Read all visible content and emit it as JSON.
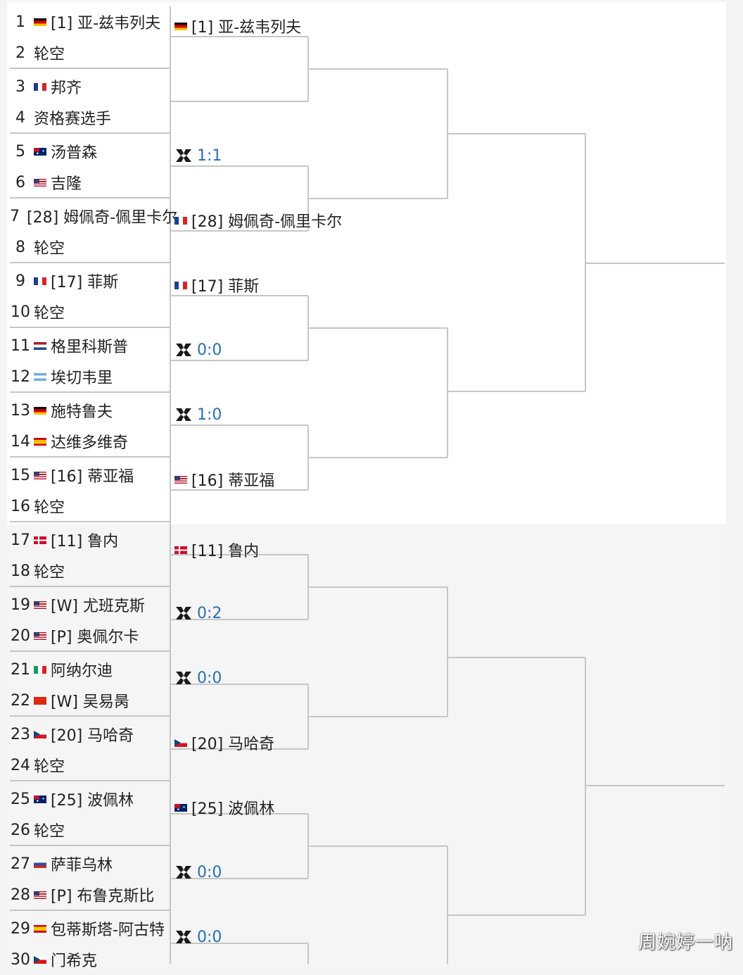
{
  "bracket": {
    "entries": [
      {
        "num": "1",
        "flag": "de-flag",
        "name": "[1] 亚-兹韦列夫"
      },
      {
        "num": "2",
        "flag": "",
        "name": "轮空"
      },
      {
        "num": "3",
        "flag": "fr-flag",
        "name": "邦齐"
      },
      {
        "num": "4",
        "flag": "",
        "name": "资格赛选手"
      },
      {
        "num": "5",
        "flag": "au-flag",
        "name": "汤普森"
      },
      {
        "num": "6",
        "flag": "us-flag",
        "name": "吉隆"
      },
      {
        "num": "7",
        "flag": "fr-flag",
        "name": "[28] 姆佩奇-佩里卡尔"
      },
      {
        "num": "8",
        "flag": "",
        "name": "轮空"
      },
      {
        "num": "9",
        "flag": "fr-flag",
        "name": "[17] 菲斯"
      },
      {
        "num": "10",
        "flag": "",
        "name": "轮空"
      },
      {
        "num": "11",
        "flag": "nl-flag",
        "name": "格里科斯普"
      },
      {
        "num": "12",
        "flag": "ar-flag",
        "name": "埃切韦里"
      },
      {
        "num": "13",
        "flag": "de-flag",
        "name": "施特鲁夫"
      },
      {
        "num": "14",
        "flag": "es-flag",
        "name": "达维多维奇"
      },
      {
        "num": "15",
        "flag": "us-flag",
        "name": "[16] 蒂亚福"
      },
      {
        "num": "16",
        "flag": "",
        "name": "轮空"
      },
      {
        "num": "17",
        "flag": "dk-flag",
        "name": "[11] 鲁内"
      },
      {
        "num": "18",
        "flag": "",
        "name": "轮空"
      },
      {
        "num": "19",
        "flag": "us-flag",
        "name": "[W] 尤班克斯"
      },
      {
        "num": "20",
        "flag": "us-flag",
        "name": "[P] 奥佩尔卡"
      },
      {
        "num": "21",
        "flag": "it-flag",
        "name": "阿纳尔迪"
      },
      {
        "num": "22",
        "flag": "cn-flag",
        "name": "[W] 吴易昺"
      },
      {
        "num": "23",
        "flag": "cz-flag",
        "name": "[20] 马哈奇"
      },
      {
        "num": "24",
        "flag": "",
        "name": "轮空"
      },
      {
        "num": "25",
        "flag": "au-flag",
        "name": "[25] 波佩林"
      },
      {
        "num": "26",
        "flag": "",
        "name": "轮空"
      },
      {
        "num": "27",
        "flag": "ru-flag",
        "name": "萨菲乌林"
      },
      {
        "num": "28",
        "flag": "us-flag",
        "name": "[P] 布鲁克斯比"
      },
      {
        "num": "29",
        "flag": "es-flag",
        "name": "包蒂斯塔-阿古特"
      },
      {
        "num": "30",
        "flag": "cz-flag",
        "name": "门希克"
      }
    ],
    "round2": [
      {
        "type": "player",
        "flag": "de-flag",
        "name": "[1] 亚-兹韦列夫"
      },
      {
        "type": "h2h",
        "icon": "head-to-head-icon",
        "score": "1:1"
      },
      {
        "type": "player",
        "flag": "fr-flag",
        "name": "[28] 姆佩奇-佩里卡尔"
      },
      {
        "type": "player",
        "flag": "fr-flag",
        "name": "[17] 菲斯"
      },
      {
        "type": "h2h",
        "icon": "head-to-head-icon",
        "score": "0:0"
      },
      {
        "type": "h2h",
        "icon": "head-to-head-icon",
        "score": "1:0"
      },
      {
        "type": "player",
        "flag": "us-flag",
        "name": "[16] 蒂亚福"
      },
      {
        "type": "player",
        "flag": "dk-flag",
        "name": "[11] 鲁内"
      },
      {
        "type": "h2h",
        "icon": "head-to-head-icon",
        "score": "0:2"
      },
      {
        "type": "h2h",
        "icon": "head-to-head-icon",
        "score": "0:0"
      },
      {
        "type": "player",
        "flag": "cz-flag",
        "name": "[20] 马哈奇"
      },
      {
        "type": "player",
        "flag": "au-flag",
        "name": "[25] 波佩林"
      },
      {
        "type": "h2h",
        "icon": "head-to-head-icon",
        "score": "0:0"
      },
      {
        "type": "h2h",
        "icon": "head-to-head-icon",
        "score": "0:0"
      }
    ]
  },
  "watermark": "周婉婷一呐",
  "colors": {
    "score": "#2a6fb3",
    "line": "#c6c6c6",
    "panel": "#ffffff"
  }
}
